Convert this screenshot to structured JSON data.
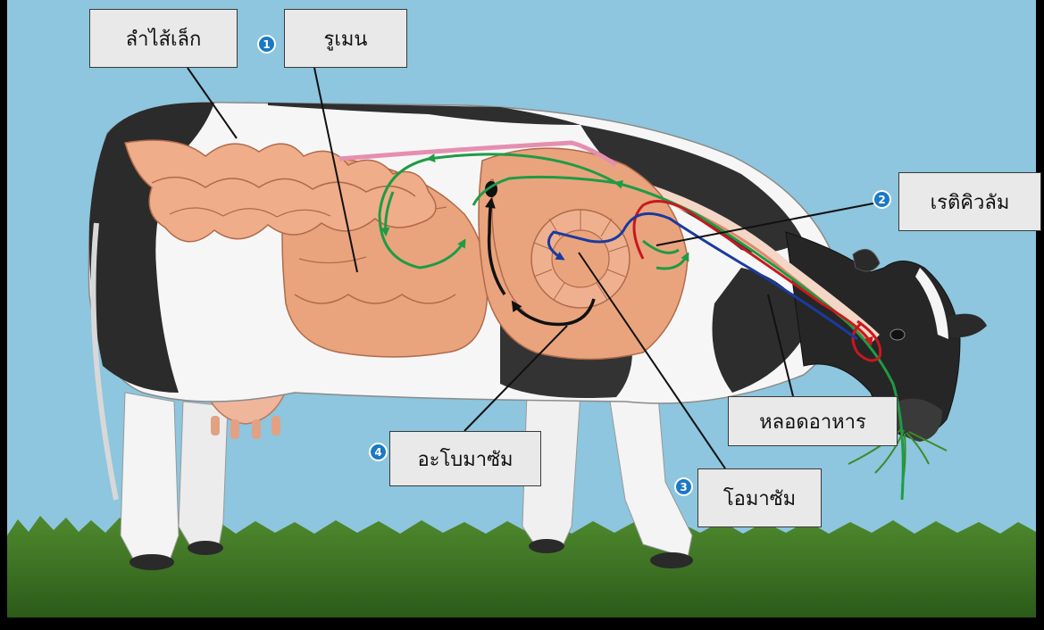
{
  "labels": {
    "small_intestine": "ลำไส้เล็ก",
    "rumen": "รูเมน",
    "reticulum": "เรติคิวลัม",
    "esophagus": "หลอดอาหาร",
    "abomasum": "อะโบมาซัม",
    "omasum": "โอมาซัม"
  },
  "markers": {
    "m1": "1",
    "m2": "2",
    "m3": "3",
    "m4": "4"
  },
  "colors": {
    "sky": "#8dc6de",
    "organ": "#e9a47e",
    "organ_line": "#b06a49",
    "food_path": "#1f9b45",
    "cud_up": "#c8181e",
    "cud_down": "#1a3aa0",
    "marker": "#1b79c4"
  }
}
